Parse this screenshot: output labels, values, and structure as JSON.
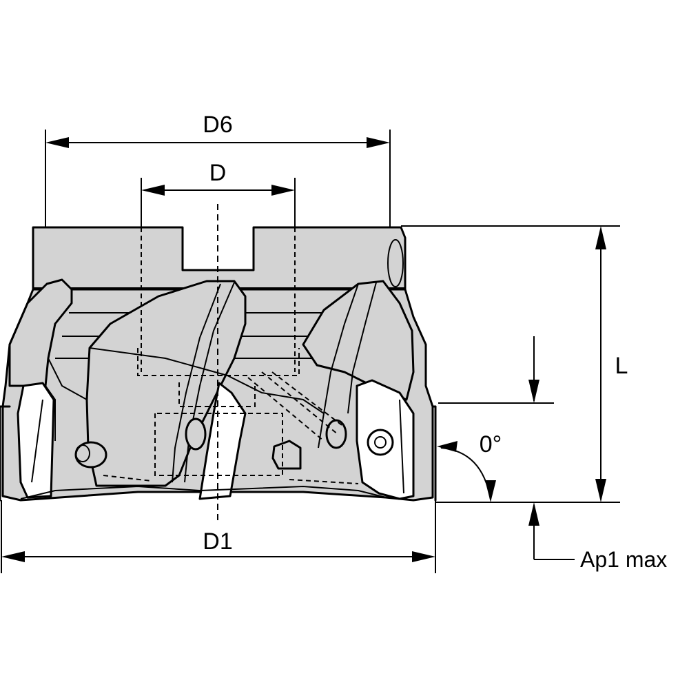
{
  "labels": {
    "d6": "D6",
    "d": "D",
    "l": "L",
    "d1": "D1",
    "angle": "0°",
    "ap1": "Ap1 max"
  },
  "colors": {
    "body": "#d3d3d3",
    "line": "#000000",
    "background": "#ffffff"
  }
}
